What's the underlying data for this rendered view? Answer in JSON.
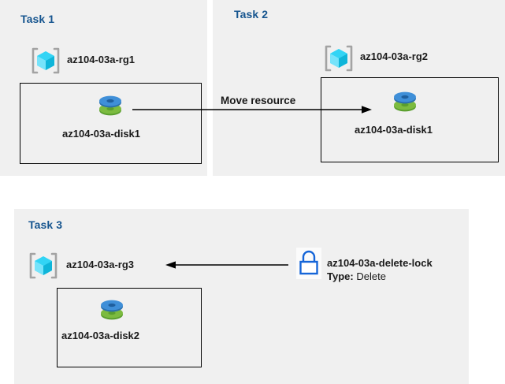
{
  "diagram": {
    "title": "Azure resource group tasks diagram",
    "background_color": "#ffffff",
    "panel_color": "#f0f0f0",
    "heading_color": "#16558f",
    "accent_blue": "#1565d8",
    "disk_top_color": "#3f8fd8",
    "disk_bottom_color": "#6db33f",
    "cube_color": "#50e6ff",
    "bracket_color": "#a0a0a0"
  },
  "tasks": [
    {
      "heading": "Task 1",
      "resource_group": {
        "label": "az104-03a-rg1",
        "icon": "resource-group-icon"
      },
      "resource": {
        "label": "az104-03a-disk1",
        "icon": "managed-disk-icon"
      }
    },
    {
      "heading": "Task 2",
      "resource_group": {
        "label": "az104-03a-rg2",
        "icon": "resource-group-icon"
      },
      "resource": {
        "label": "az104-03a-disk1",
        "icon": "managed-disk-icon"
      }
    },
    {
      "heading": "Task 3",
      "resource_group": {
        "label": "az104-03a-rg3",
        "icon": "resource-group-icon"
      },
      "resource": {
        "label": "az104-03a-disk2",
        "icon": "managed-disk-icon"
      }
    }
  ],
  "connectors": {
    "move": {
      "label": "Move resource",
      "direction": "right",
      "from": "az104-03a-disk1",
      "to": "az104-03a-rg2"
    },
    "lock": {
      "label": "",
      "direction": "left",
      "from": "az104-03a-delete-lock",
      "to": "az104-03a-rg3"
    }
  },
  "lock": {
    "icon": "lock-icon",
    "name": "az104-03a-delete-lock",
    "type_key": "Type:",
    "type_value": "Delete"
  }
}
